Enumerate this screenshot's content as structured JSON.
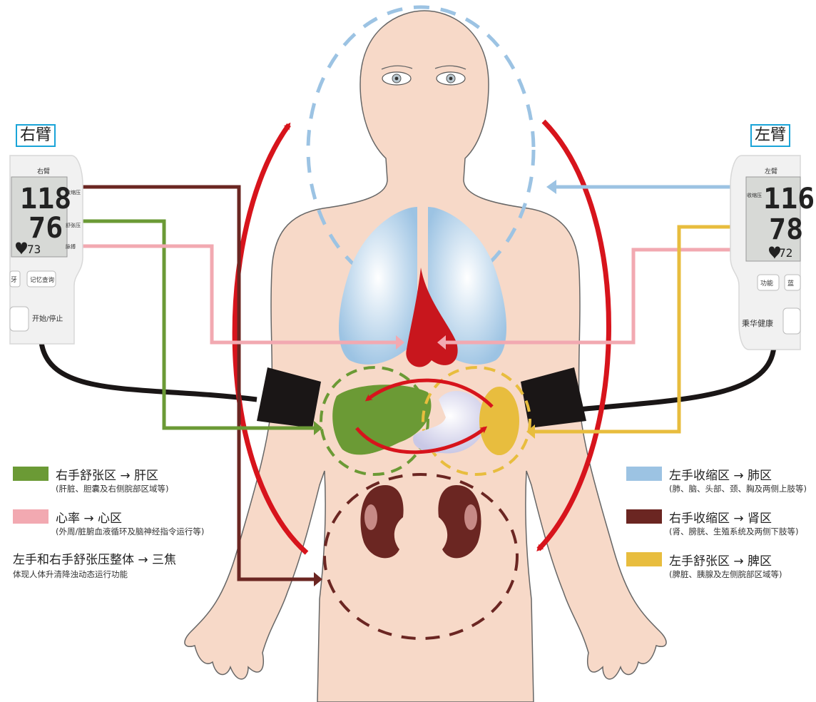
{
  "arm_labels": {
    "right": "右臂",
    "left": "左臂"
  },
  "right_monitor": {
    "title": "右臂",
    "systolic": "118",
    "diastolic": "76",
    "pulse": "73",
    "sys_label": "收缩压",
    "dia_label": "舒张压",
    "pulse_label": "脉搏",
    "btn_partial": "牙",
    "btn_memory": "记忆查询",
    "btn_start": "开始/停止"
  },
  "left_monitor": {
    "title": "左臂",
    "systolic": "116",
    "diastolic": "78",
    "pulse": "72",
    "sys_label": "收缩压",
    "btn_function": "功能",
    "btn_partial": "蓝",
    "brand": "秉华健康"
  },
  "legend_left": [
    {
      "title": "右手舒张区 → 肝区",
      "sub": "(肝脏、胆囊及右侧脘部区域等)",
      "color": "#6b9a35"
    },
    {
      "title": "心率 → 心区",
      "sub": "(外周/脏腑血液循环及脑神经指令运行等)",
      "color": "#f2a9b1"
    },
    {
      "title": "左手和右手舒张压整体 → 三焦",
      "sub": "体现人体升清降浊动态运行功能"
    }
  ],
  "legend_right": [
    {
      "title": "左手收缩区 → 肺区",
      "sub": "(肺、脑、头部、颈、胸及两侧上肢等)",
      "color": "#9cc3e3"
    },
    {
      "title": "右手收缩区 → 肾区",
      "sub": "(肾、膀胱、生殖系统及两侧下肢等)",
      "color": "#6b2622"
    },
    {
      "title": "左手舒张区 → 脾区",
      "sub": "(脾脏、胰腺及左侧脘部区域等)",
      "color": "#e8bd3e"
    }
  ],
  "colors": {
    "skin": "#f7d9c8",
    "skin_outline": "#555555",
    "red_arrow": "#d7141c",
    "liver": "#6b9a35",
    "heart_rate": "#f2a9b1",
    "lung": "#9cc3e3",
    "kidney": "#6b2622",
    "spleen": "#e8bd3e",
    "heart": "#c8161d"
  }
}
